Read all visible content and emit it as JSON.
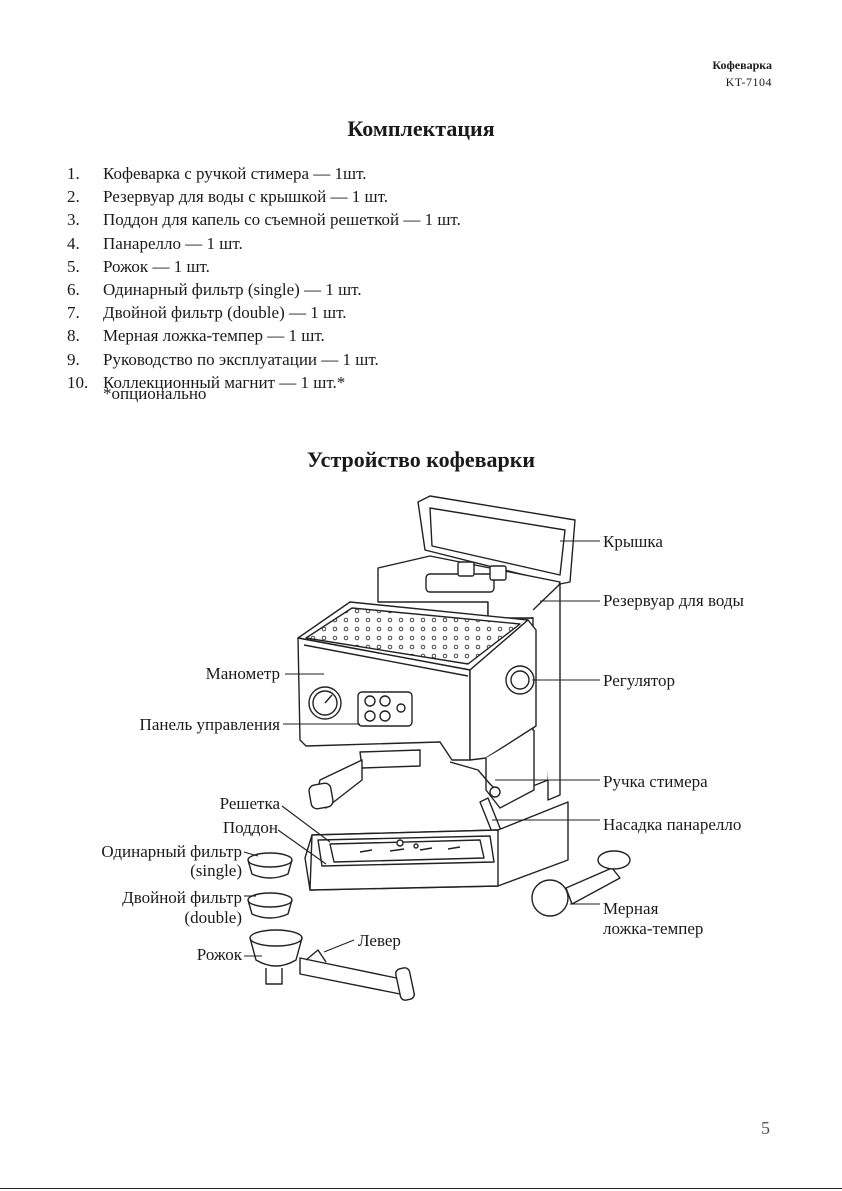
{
  "header": {
    "title": "Кофеварка",
    "model": "KT-7104"
  },
  "section1": {
    "title": "Комплектация",
    "items": [
      {
        "num": "1.",
        "text": "Кофеварка с ручкой стимера — 1шт."
      },
      {
        "num": "2.",
        "text": "Резервуар для воды с крышкой — 1 шт."
      },
      {
        "num": "3.",
        "text": "Поддон для капель со съемной решеткой — 1 шт."
      },
      {
        "num": "4.",
        "text": "Панарелло — 1 шт."
      },
      {
        "num": "5.",
        "text": "Рожок — 1 шт."
      },
      {
        "num": "6.",
        "text": "Одинарный фильтр (single) — 1 шт."
      },
      {
        "num": "7.",
        "text": "Двойной фильтр (double) — 1 шт."
      },
      {
        "num": "8.",
        "text": "Мерная ложка-темпер — 1 шт."
      },
      {
        "num": "9.",
        "text": "Руководство по эксплуатации — 1 шт."
      },
      {
        "num": "10.",
        "text": "Коллекционный магнит — 1 шт.*"
      }
    ],
    "note": "*опционально"
  },
  "section2": {
    "title": "Устройство кофеварки",
    "labels": {
      "lid": "Крышка",
      "water_tank": "Резервуар для воды",
      "regulator": "Регулятор",
      "steam_handle": "Ручка стимера",
      "panarello": "Насадка панарелло",
      "scoop_line1": "Мерная",
      "scoop_line2": "ложка-темпер",
      "manometer": "Манометр",
      "control_panel": "Панель управления",
      "grate": "Решетка",
      "tray": "Поддон",
      "single_filter_line1": "Одинарный фильтр",
      "single_filter_line2": "(single)",
      "double_filter_line1": "Двойной фильтр",
      "double_filter_line2": "(double)",
      "portafilter": "Рожок",
      "lever": "Левер"
    }
  },
  "page_number": "5"
}
